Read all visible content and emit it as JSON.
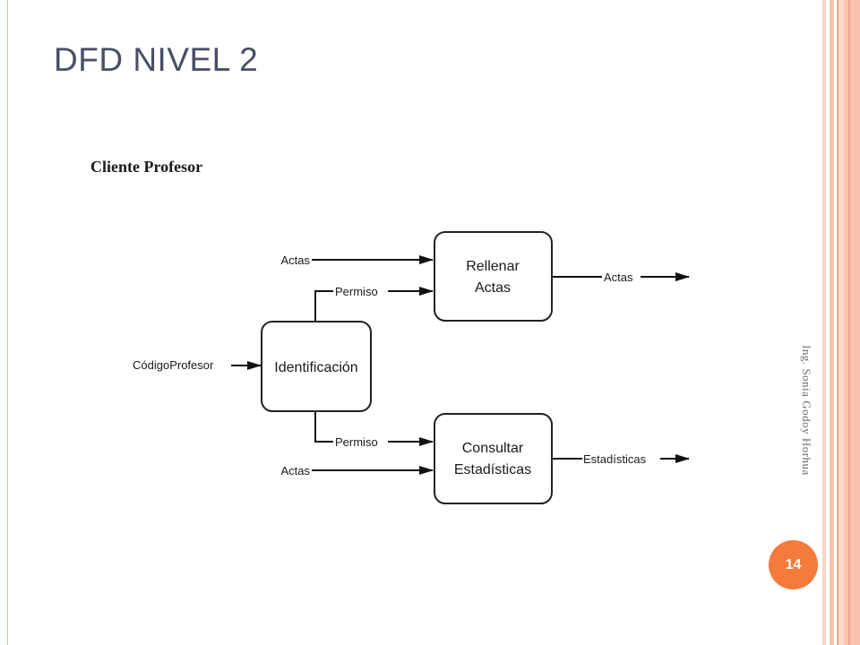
{
  "slide": {
    "title": "DFD NIVEL 2",
    "subheading": "Cliente Profesor",
    "credit": "Ing. Sonia Godoy Horhua",
    "page_number": "14"
  },
  "diagram": {
    "processes": {
      "rellenar": [
        "Rellenar",
        "Actas"
      ],
      "identificacion": "Identificación",
      "consultar": [
        "Consultar",
        "Estadísticas"
      ]
    },
    "flows": {
      "actas_in_top": "Actas",
      "permiso_top": "Permiso",
      "actas_out": "Actas",
      "codigo_profesor": "CódigoProfesor",
      "permiso_bottom": "Permiso",
      "actas_in_bottom": "Actas",
      "estadisticas_out": "Estadísticas"
    }
  },
  "colors": {
    "title": "#4a4e66",
    "badge": "#f47b3a",
    "accent_stripes": "#f8c4b1"
  }
}
